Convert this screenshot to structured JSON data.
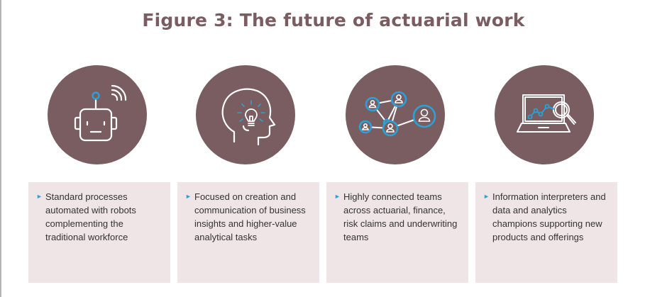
{
  "title": "Figure 3: The future of actuarial work",
  "colors": {
    "circle": "#7a5d60",
    "panel": "#efe5e7",
    "accent": "#2aa2d8",
    "icon_line": "#ffffff"
  },
  "items": [
    {
      "icon": "robot-icon",
      "bullet": "►",
      "text": "Standard processes automated with robots complementing the traditional workforce"
    },
    {
      "icon": "head-lightbulb-icon",
      "bullet": "►",
      "text": "Focused on creation and communication of business insights and higher-value analytical tasks"
    },
    {
      "icon": "connected-people-icon",
      "bullet": "►",
      "text": "Highly connected teams across actuarial, finance, risk claims and underwriting teams"
    },
    {
      "icon": "laptop-analytics-icon",
      "bullet": "►",
      "text": "Information interpreters and data and analytics champions supporting new products and offerings"
    }
  ]
}
